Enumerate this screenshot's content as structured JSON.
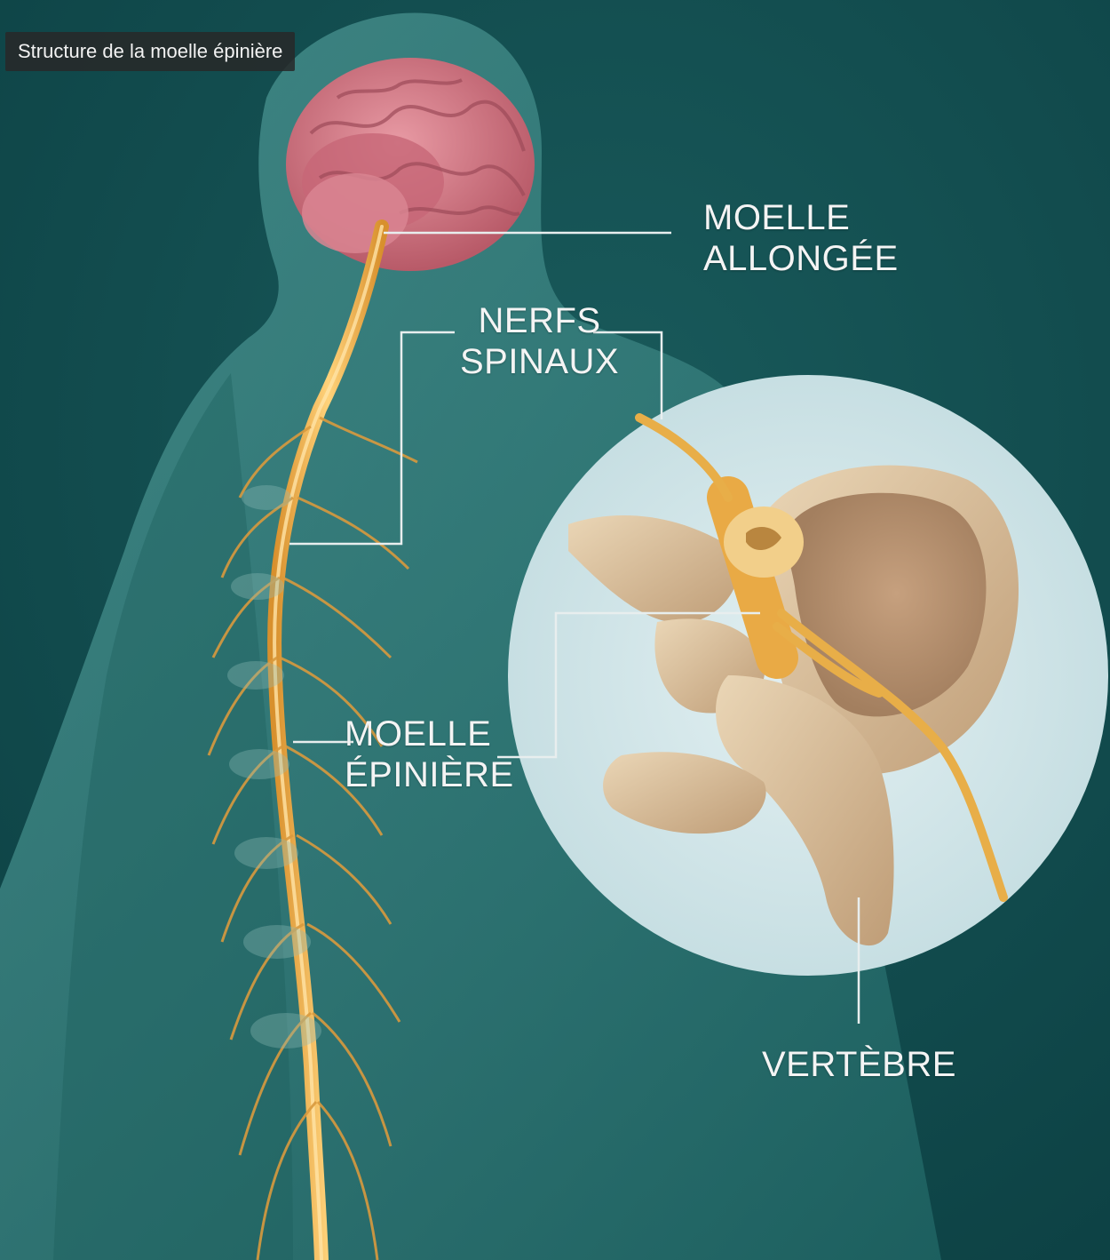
{
  "caption": "Structure de la moelle épinière",
  "labels": {
    "moelle_allongee": [
      "MOELLE",
      "ALLONGÉE"
    ],
    "nerfs_spinaux": [
      "NERFS",
      "SPINAUX"
    ],
    "moelle_epiniere": [
      "MOELLE",
      "ÉPINIÈRE"
    ],
    "vertebre": "VERTÈBRE"
  },
  "colors": {
    "background": "#0f4a4c",
    "body_silhouette": "#2f7a78",
    "brain": "#d07a86",
    "spinal_cord": "#f0b24a",
    "vertebra_bone": "#d9bf98",
    "inset_circle": "#cfe3e6",
    "leader_line": "#e8eeee"
  }
}
